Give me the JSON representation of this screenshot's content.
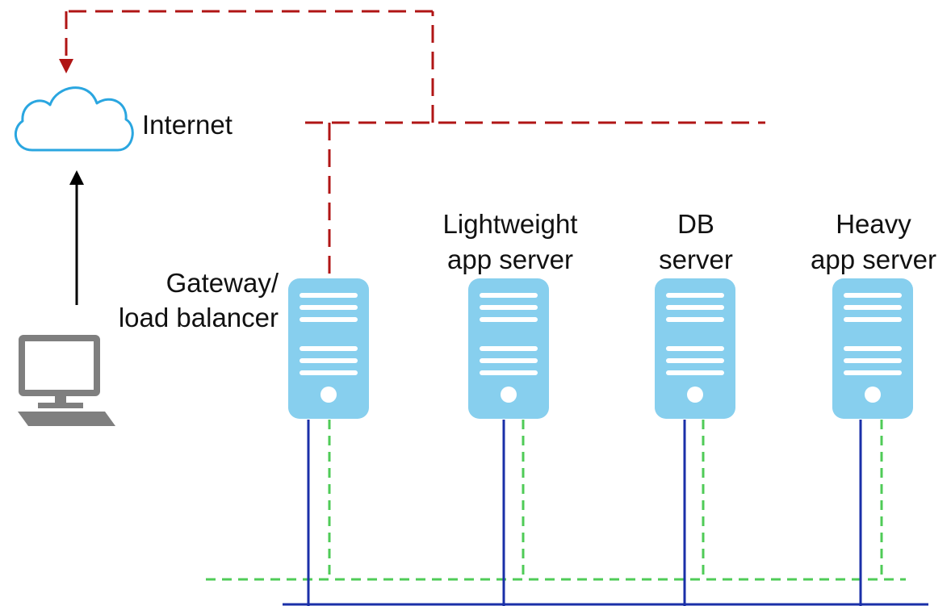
{
  "labels": {
    "internet": "Internet",
    "gateway_line1": "Gateway/",
    "gateway_line2": "load balancer",
    "light_line1": "Lightweight",
    "light_line2": "app server",
    "db_line1": "DB",
    "db_line2": "server",
    "heavy_line1": "Heavy",
    "heavy_line2": "app server"
  },
  "icons": {
    "cloud": "cloud-icon",
    "computer": "desktop-computer-icon",
    "server": "server-icon"
  },
  "colors": {
    "internet_link": "#b01515",
    "private_network_a": "#4fcb57",
    "private_network_b": "#1a2fa8",
    "cloud_outline": "#2aa6e0",
    "server_fill": "#87cfee",
    "computer": "#7f7f7f",
    "request_arrow": "#000000"
  }
}
